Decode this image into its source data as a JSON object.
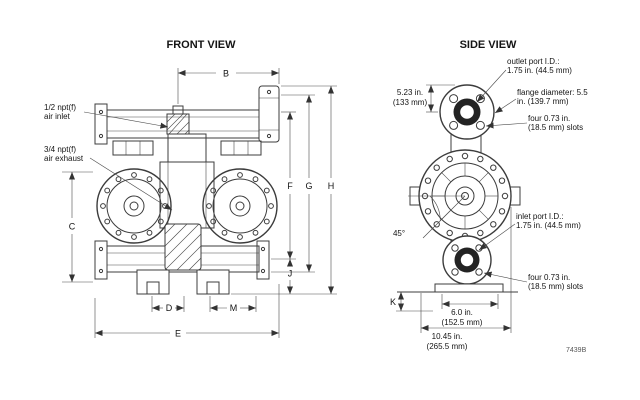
{
  "document": {
    "doc_number": "7439B"
  },
  "front_view": {
    "title": "FRONT VIEW",
    "callouts": {
      "air_inlet": [
        "1/2 npt(f)",
        "air inlet"
      ],
      "air_exhaust": [
        "3/4 npt(f)",
        "air exhaust"
      ]
    },
    "dimension_labels": {
      "b": "B",
      "c": "C",
      "d": "D",
      "e": "E",
      "f": "F",
      "g": "G",
      "h": "H",
      "j": "J",
      "m": "M"
    }
  },
  "side_view": {
    "title": "SIDE VIEW",
    "callouts": {
      "outlet_port": [
        "outlet port I.D.:",
        "1.75 in. (44.5 mm)"
      ],
      "height": [
        "5.23 in.",
        "(133 mm)"
      ],
      "flange": [
        "flange diameter: 5.5",
        "in. (139.7 mm)"
      ],
      "slots_top": [
        "four 0.73 in.",
        "(18.5 mm) slots"
      ],
      "inlet_port": [
        "inlet port I.D.:",
        "1.75 in. (44.5 mm)"
      ],
      "angle": "45°",
      "slots_bottom": [
        "four 0.73 in.",
        "(18.5 mm) slots"
      ],
      "width": [
        "6.0 in.",
        "(152.5 mm)"
      ],
      "depth": [
        "10.45 in.",
        "(265.5 mm)"
      ],
      "k": "K"
    }
  }
}
